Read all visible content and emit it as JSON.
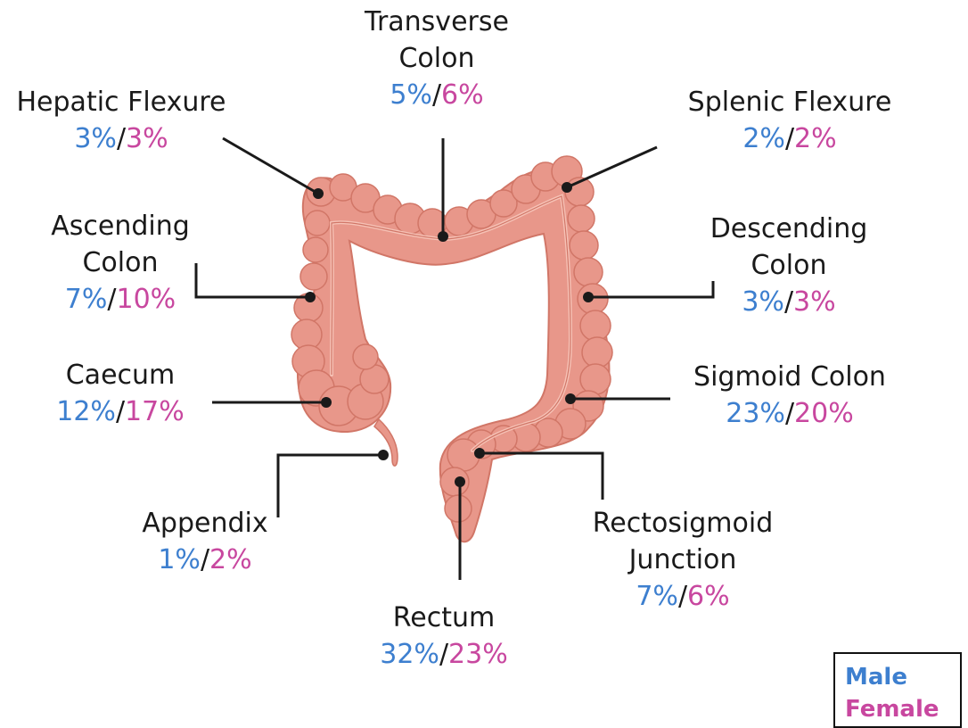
{
  "colors": {
    "male": "#3d7fcf",
    "female": "#c8479f",
    "colon_fill": "#e8978a",
    "colon_shade": "#d17667",
    "leader_line": "#1a1a1a"
  },
  "regions": [
    {
      "id": "transverse",
      "name_lines": [
        "Transverse",
        "Colon"
      ],
      "male": "5%",
      "female": "6%"
    },
    {
      "id": "hepatic",
      "name_lines": [
        "Hepatic Flexure"
      ],
      "male": "3%",
      "female": "3%"
    },
    {
      "id": "splenic",
      "name_lines": [
        "Splenic Flexure"
      ],
      "male": "2%",
      "female": "2%"
    },
    {
      "id": "ascending",
      "name_lines": [
        "Ascending",
        "Colon"
      ],
      "male": "7%",
      "female": "10%"
    },
    {
      "id": "descending",
      "name_lines": [
        "Descending",
        "Colon"
      ],
      "male": "3%",
      "female": "3%"
    },
    {
      "id": "caecum",
      "name_lines": [
        "Caecum"
      ],
      "male": "12%",
      "female": "17%"
    },
    {
      "id": "sigmoid",
      "name_lines": [
        "Sigmoid Colon"
      ],
      "male": "23%",
      "female": "20%"
    },
    {
      "id": "appendix",
      "name_lines": [
        "Appendix"
      ],
      "male": "1%",
      "female": "2%"
    },
    {
      "id": "rectosigmoid",
      "name_lines": [
        "Rectosigmoid",
        "Junction"
      ],
      "male": "7%",
      "female": "6%"
    },
    {
      "id": "rectum",
      "name_lines": [
        "Rectum"
      ],
      "male": "32%",
      "female": "23%"
    }
  ],
  "separator": "/",
  "legend": {
    "male": "Male",
    "female": "Female"
  }
}
